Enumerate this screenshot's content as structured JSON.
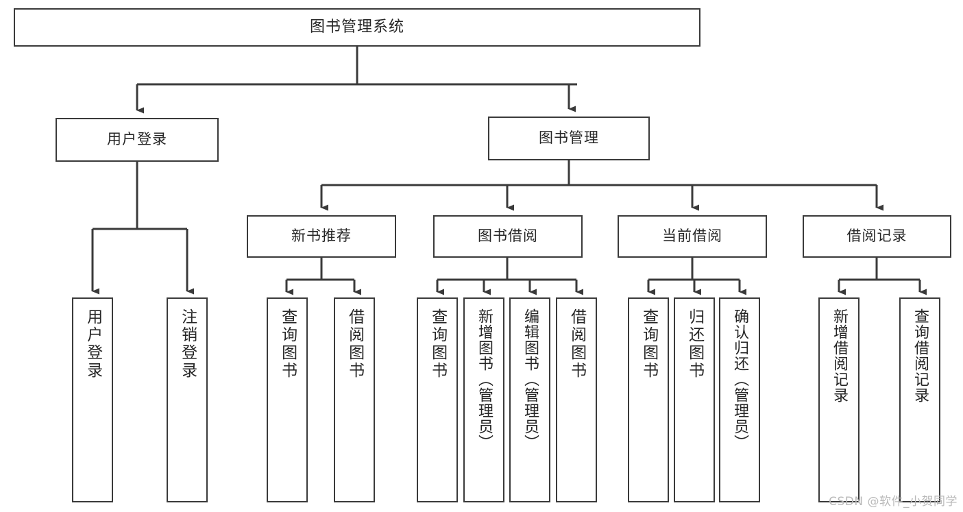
{
  "diagram": {
    "title": "图书管理系统",
    "type": "tree-hierarchy",
    "orientation": "top-down",
    "colors": {
      "stroke": "#3a3a3a",
      "node_fill": "#ffffff",
      "text": "#262626",
      "background": "#ffffff",
      "watermark": "#b9b9b9"
    },
    "watermark": "CSDN @软件_小贺同学"
  },
  "nodes": {
    "root": {
      "label": "图书管理系统"
    },
    "level1": [
      {
        "id": "user-login",
        "label": "用户登录"
      },
      {
        "id": "book-management",
        "label": "图书管理"
      }
    ],
    "level2": [
      {
        "id": "new-book-recommend",
        "label": "新书推荐"
      },
      {
        "id": "book-borrow",
        "label": "图书借阅"
      },
      {
        "id": "current-borrow",
        "label": "当前借阅"
      },
      {
        "id": "borrow-record",
        "label": "借阅记录"
      }
    ],
    "leaves": {
      "user-login": [
        {
          "id": "leaf-user-login",
          "label": "用户登录"
        },
        {
          "id": "leaf-user-logout",
          "label": "注销登录"
        }
      ],
      "new-book-recommend": [
        {
          "id": "leaf-query-book-1",
          "label": "查询图书"
        },
        {
          "id": "leaf-borrow-book-1",
          "label": "借阅图书"
        }
      ],
      "book-borrow": [
        {
          "id": "leaf-query-book-2",
          "label": "查询图书"
        },
        {
          "id": "leaf-add-book",
          "label": "新增图书（管理员）"
        },
        {
          "id": "leaf-edit-book",
          "label": "编辑图书（管理员）"
        },
        {
          "id": "leaf-borrow-book-2",
          "label": "借阅图书"
        }
      ],
      "current-borrow": [
        {
          "id": "leaf-query-book-3",
          "label": "查询图书"
        },
        {
          "id": "leaf-return-book",
          "label": "归还图书"
        },
        {
          "id": "leaf-confirm-return",
          "label": "确认归还（管理员）"
        }
      ],
      "borrow-record": [
        {
          "id": "leaf-add-record",
          "label": "新增借阅记录"
        },
        {
          "id": "leaf-query-record",
          "label": "查询借阅记录"
        }
      ]
    }
  }
}
